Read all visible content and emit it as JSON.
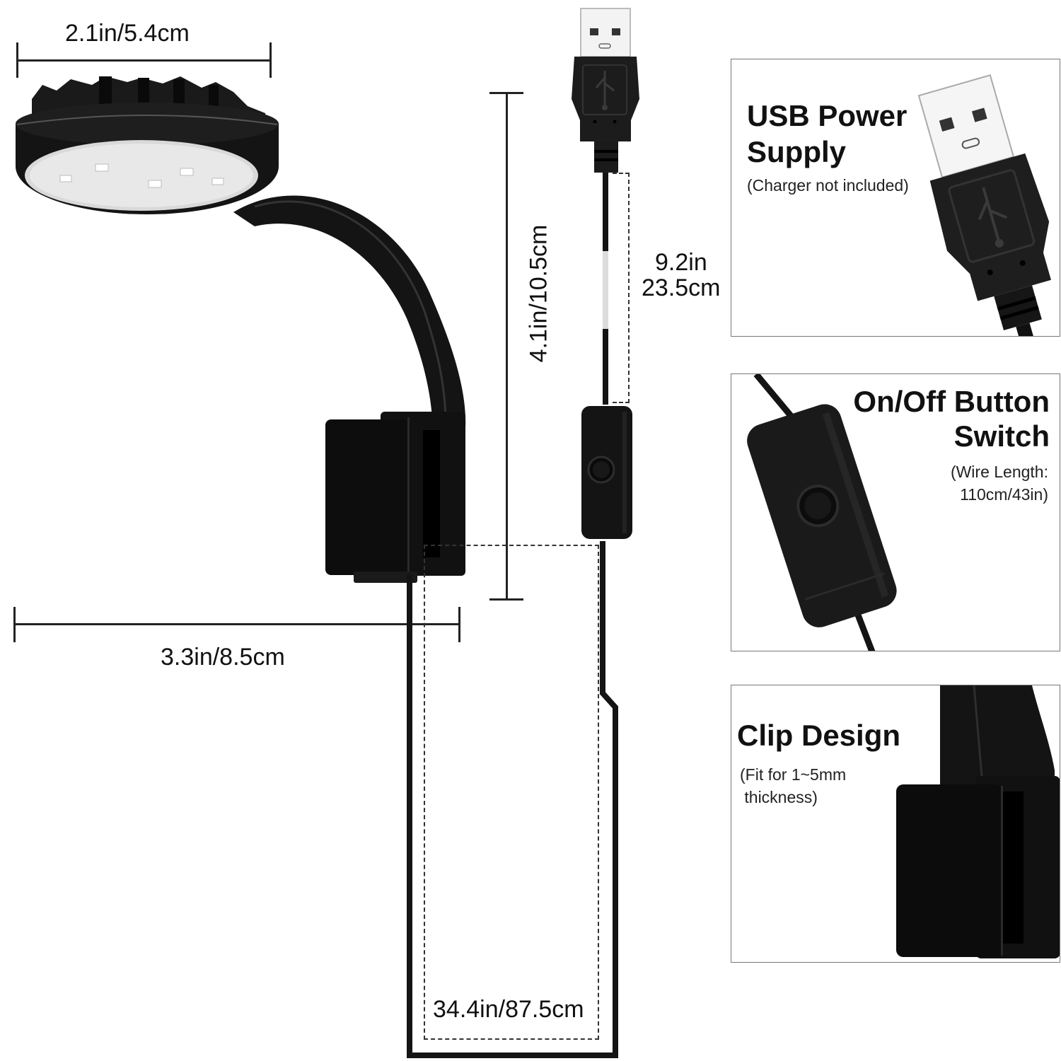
{
  "dimensions": {
    "head_width": "2.1in/5.4cm",
    "total_height": "4.1in/10.5cm",
    "total_depth": "3.3in/8.5cm",
    "usb_to_switch_cable": {
      "line1": "9.2in",
      "line2": "23.5cm"
    },
    "switch_to_lamp_cable": "34.4in/87.5cm"
  },
  "panels": [
    {
      "id": "usb",
      "title_line1": "USB Power",
      "title_line2": "Supply",
      "subtitle_line1": "(Charger not included)",
      "icon": "usb-plug-icon"
    },
    {
      "id": "switch",
      "title_line1": "On/Off Button",
      "title_line2": "Switch",
      "subtitle_line1": "(Wire Length:",
      "subtitle_line2": "110cm/43in)",
      "icon": "inline-switch-icon"
    },
    {
      "id": "clip",
      "title_line1": "Clip Design",
      "subtitle_line1": "(Fit for 1~5mm",
      "subtitle_line2": " thickness)",
      "icon": "clip-icon"
    }
  ],
  "colors": {
    "product": "#141414",
    "panel_border": "#777777",
    "text": "#111111",
    "background": "#ffffff"
  }
}
